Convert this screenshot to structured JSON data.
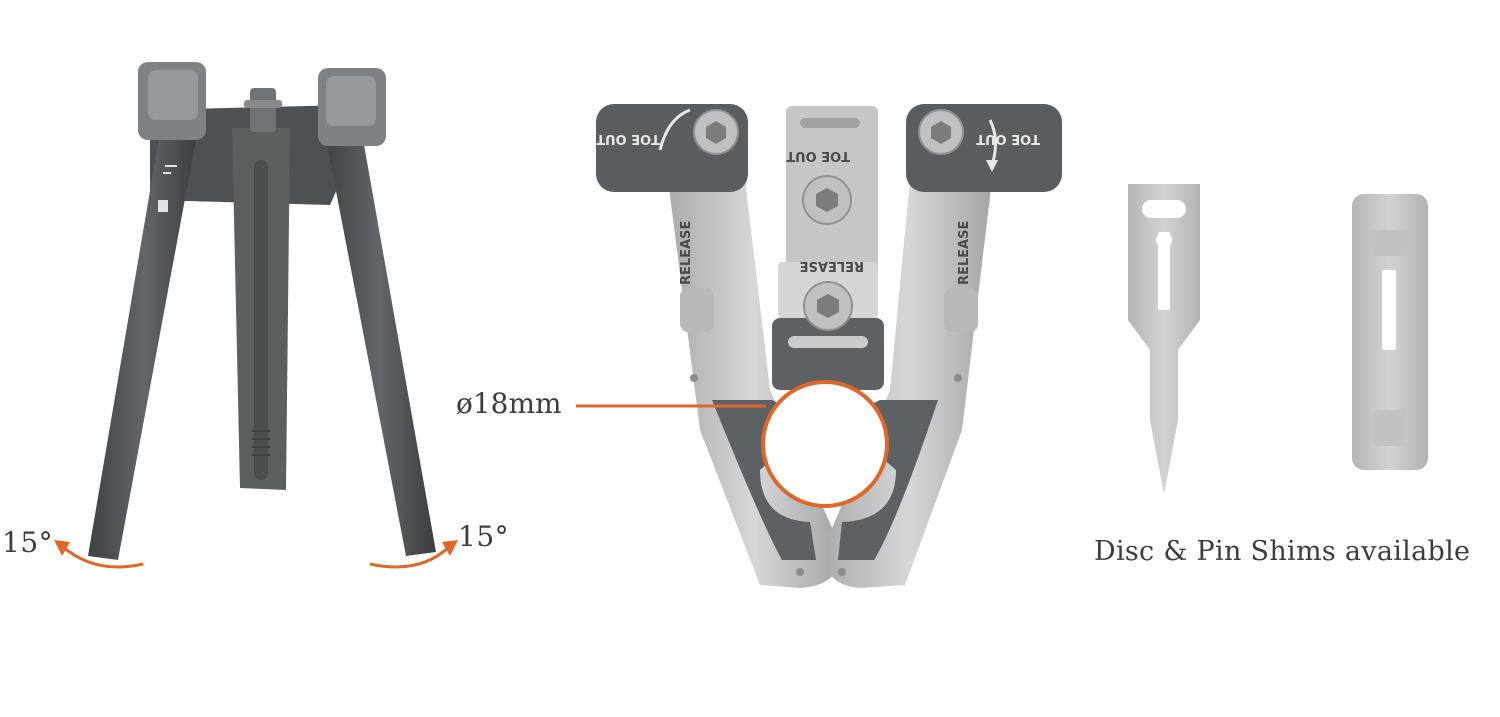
{
  "distractor": {
    "angle_left": "15°",
    "angle_right": "15°"
  },
  "instrument": {
    "diameter": "ø18mm",
    "marks": {
      "toe_out_left": "TOE OUT",
      "toe_out_center": "TOE OUT",
      "toe_out_right": "TOE OUT",
      "release_left": "RELEASE",
      "release_center": "RELEASE",
      "release_right": "RELEASE"
    }
  },
  "shims": {
    "caption": "Disc & Pin Shims available"
  },
  "colors": {
    "accent": "#e0672a",
    "dark_metal": "#56595a",
    "light_metal": "#c7c8c9",
    "text": "#3d3d3d"
  }
}
